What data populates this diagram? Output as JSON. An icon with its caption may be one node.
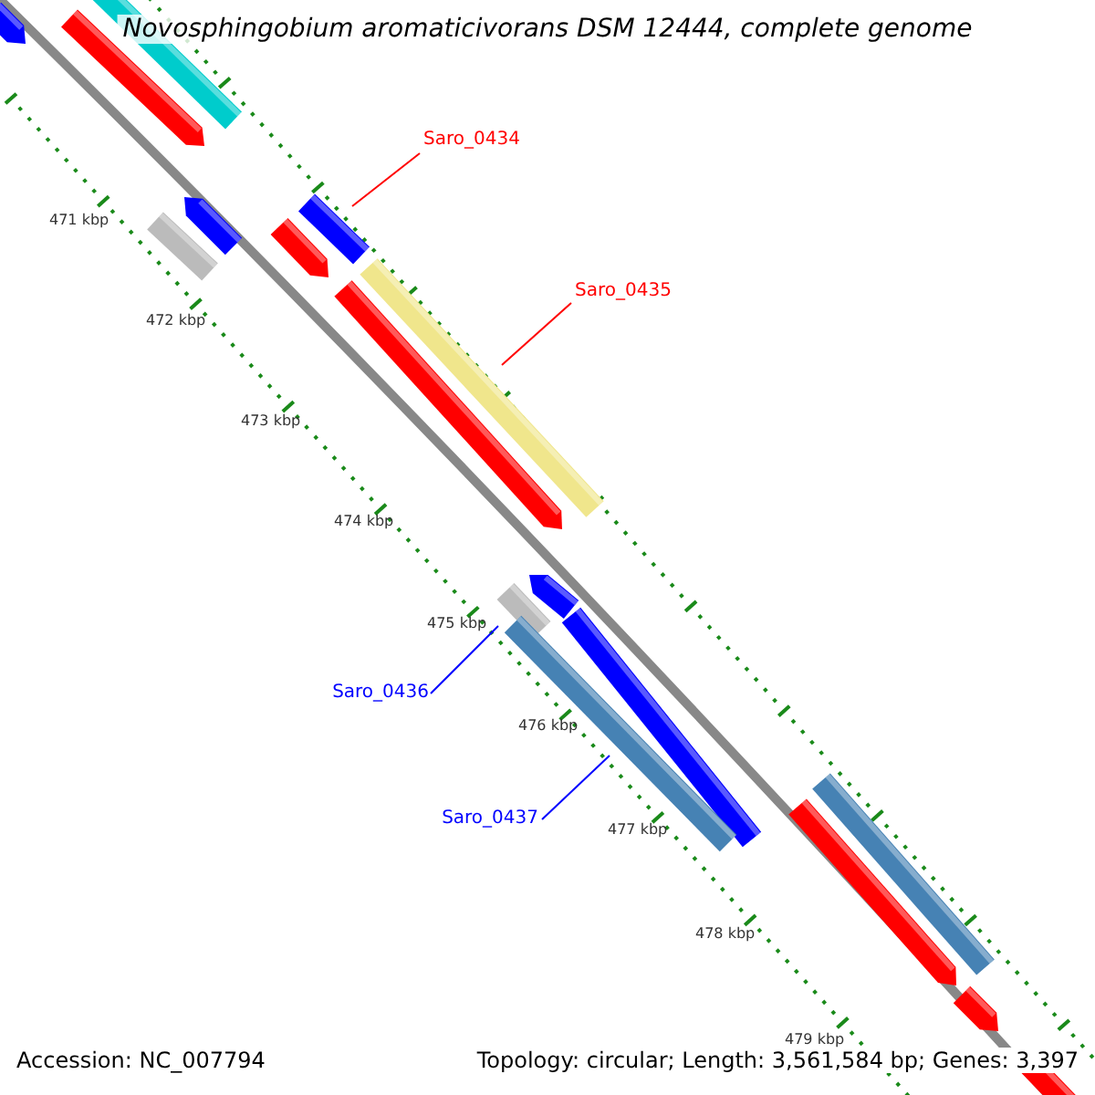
{
  "diagram": {
    "title": "Novosphingobium aromaticivorans DSM 12444, complete genome",
    "nodes": [
      {
        "text": [
          "Saro_0434"
        ]
      },
      {
        "text": [],
        "shape": "bar"
      },
      {
        "text": [
          "Saro_0435"
        ]
      },
      {
        "text": [],
        "shape": "bar"
      },
      {
        "text": [
          "Saro_0436"
        ]
      },
      {
        "text": [],
        "shape": "bar"
      },
      {
        "text": [
          "Saro_0437"
        ]
      },
      {
        "text": [],
        "shape": "bar"
      }
    ],
    "edges": [
      {
        "from": 0,
        "to": 1,
        "arrow": "none",
        "color": "#ff0000"
      },
      {
        "from": 2,
        "to": 3,
        "arrow": "none",
        "color": "#ff0000"
      },
      {
        "from": 4,
        "to": 5,
        "arrow": "none",
        "color": "#0000ff"
      },
      {
        "from": 6,
        "to": 7,
        "arrow": "none",
        "color": "#0000ff"
      }
    ],
    "labels": [
      "471 kbp",
      "472 kbp",
      "473 kbp",
      "474 kbp",
      "475 kbp",
      "476 kbp",
      "477 kbp",
      "478 kbp",
      "479 kbp",
      "Accession: NC_007794",
      "Topology: circular; Length: 3,561,584 bp; Genes: 3,397"
    ]
  }
}
